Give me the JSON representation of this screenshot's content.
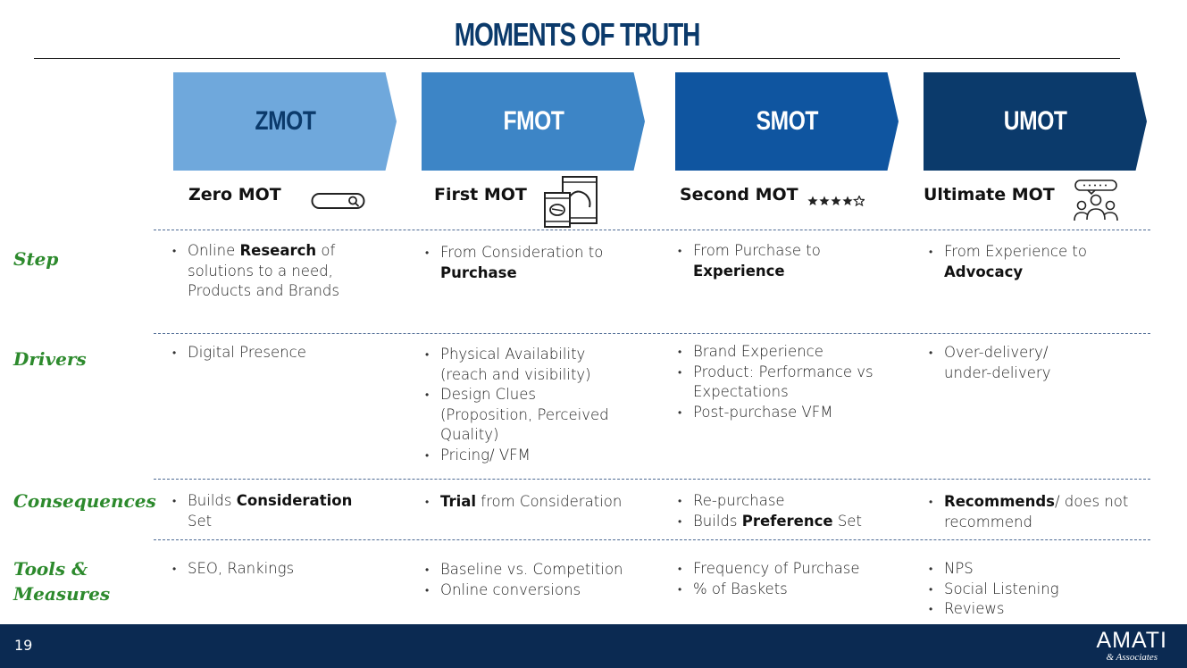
{
  "title": "MOMENTS OF TRUTH",
  "stages": [
    {
      "abbr": "ZMOT",
      "name": "Zero MOT",
      "icon": "search-bar-icon"
    },
    {
      "abbr": "FMOT",
      "name": "First MOT",
      "icon": "product-packs-icon"
    },
    {
      "abbr": "SMOT",
      "name": "Second MOT",
      "icon": "star-rating-icon"
    },
    {
      "abbr": "UMOT",
      "name": "Ultimate MOT",
      "icon": "people-talking-icon"
    }
  ],
  "row_labels": {
    "step": "Step",
    "drivers": "Drivers",
    "consequences": "Consequences",
    "tools_line1": "Tools &",
    "tools_line2": "Measures"
  },
  "step": {
    "zmot": {
      "pre": "Online ",
      "bold": "Research",
      "post": " of solutions to a need, Products and Brands"
    },
    "fmot": {
      "pre": "From Consideration to ",
      "bold": "Purchase",
      "post": ""
    },
    "smot": {
      "pre": "From Purchase to ",
      "bold": "Experience",
      "post": ""
    },
    "umot": {
      "pre": "From Experience to ",
      "bold": "Advocacy",
      "post": ""
    }
  },
  "drivers": {
    "zmot": [
      "Digital Presence"
    ],
    "fmot": [
      "Physical Availability (reach and visibility)",
      "Design Clues (Proposition, Perceived Quality)",
      "Pricing/ VFM"
    ],
    "smot": [
      "Brand Experience",
      "Product: Performance vs Expectations",
      "Post-purchase VFM"
    ],
    "umot": [
      "Over-delivery/ under-delivery"
    ]
  },
  "consequences": {
    "zmot": {
      "pre": "Builds ",
      "bold": "Consideration",
      "post": " Set"
    },
    "fmot": {
      "pre": "",
      "bold": "Trial",
      "post": " from Consideration"
    },
    "smot_1": "Re-purchase",
    "smot_2": {
      "pre": "Builds ",
      "bold": "Preference",
      "post": " Set"
    },
    "umot": {
      "pre": "",
      "bold": "Recommends",
      "post": "/ does not recommend"
    }
  },
  "tools": {
    "zmot": [
      "SEO, Rankings"
    ],
    "fmot": [
      "Baseline vs. Competition",
      "Online conversions"
    ],
    "smot": [
      "Frequency of Purchase",
      "% of Baskets"
    ],
    "umot": [
      "NPS",
      "Social Listening",
      "Reviews"
    ]
  },
  "footer": {
    "page_number": "19",
    "logo_main": "AMATI",
    "logo_sub": "& Associates"
  },
  "colors": {
    "title": "#0b3a6b",
    "zmot": "#6fa8dc",
    "fmot": "#3d85c6",
    "smot": "#0f55a0",
    "umot": "#0b3a6b",
    "row_label": "#2d8a2d",
    "footer": "#0b2a52"
  }
}
